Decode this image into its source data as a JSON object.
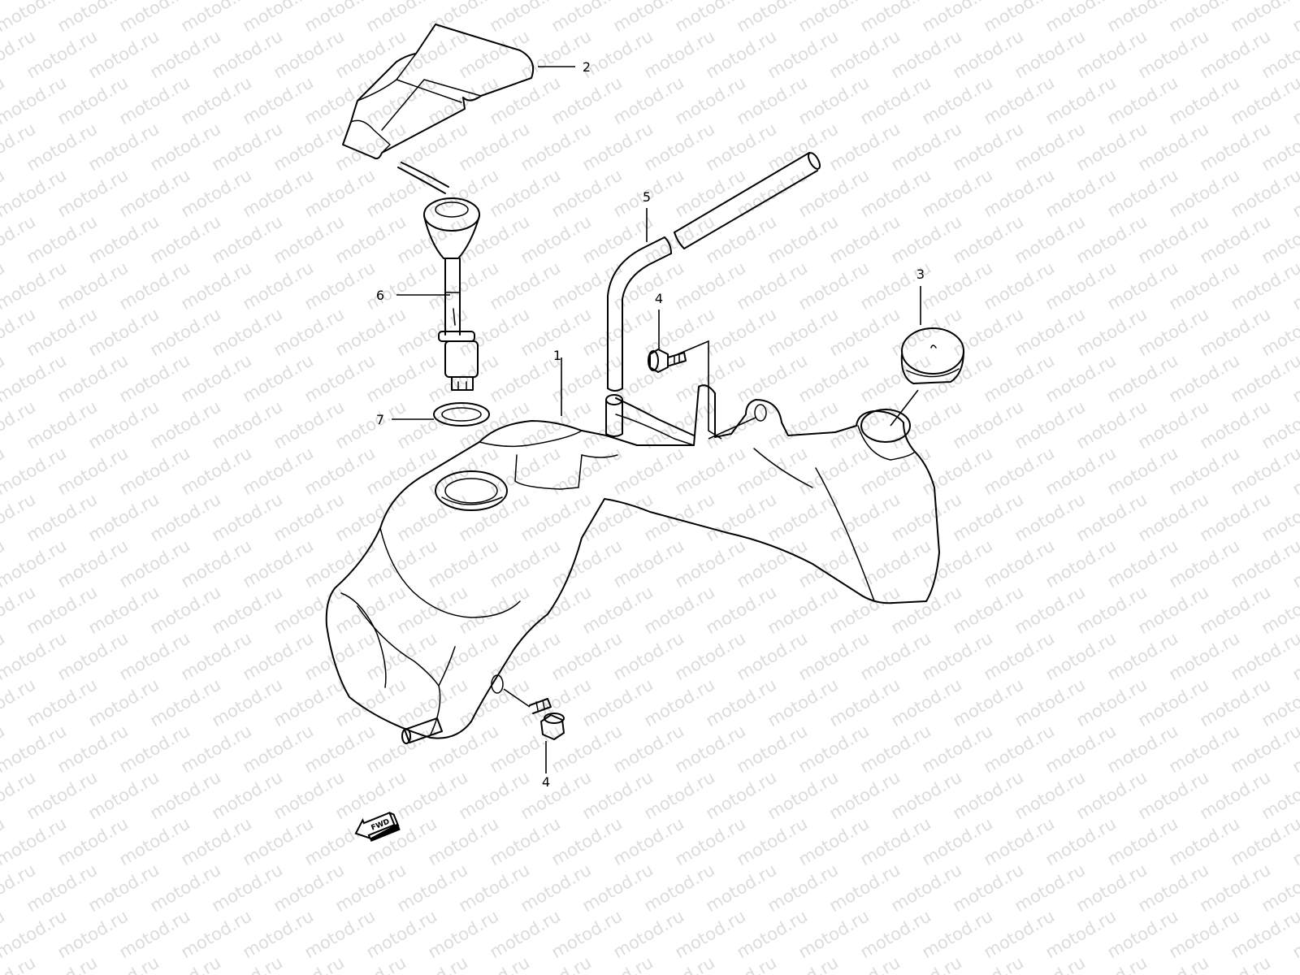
{
  "watermark": {
    "text": "motod.ru",
    "color": "#dcdcdc"
  },
  "callouts": {
    "tank": "1",
    "cover": "2",
    "cap": "3",
    "bolt_upper": "4",
    "bolt_lower": "4",
    "hose": "5",
    "gauge": "6",
    "gasket": "7"
  },
  "direction_arrow": {
    "label": "FWD"
  }
}
